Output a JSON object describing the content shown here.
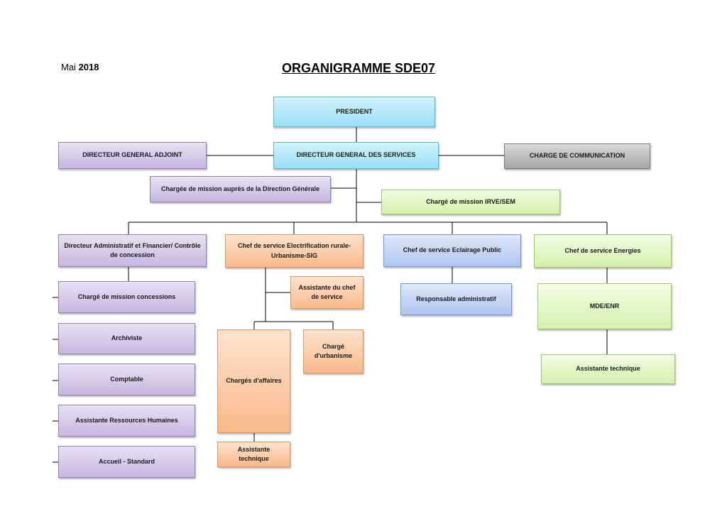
{
  "header": {
    "date_month": "Mai",
    "date_year": "2018",
    "title": "ORGANIGRAMME SDE07"
  },
  "nodes": {
    "president": "PRESIDENT",
    "dga": "DIRECTEUR GENERAL ADJOINT",
    "dgs": "DIRECTEUR GENERAL DES SERVICES",
    "communication": "CHARGE DE COMMUNICATION",
    "mission_dg": "Chargée de mission auprès de la Direction Générale",
    "mission_irve": "Chargé de mission IRVE/SEM",
    "daf": "Directeur Administratif et Financier/ Contrôle de concession",
    "electrification": "Chef de service Electrification rurale-Urbanisme-SIG",
    "eclairage": "Chef de service Eclairage Public",
    "energies": "Chef de service Energies",
    "mission_concessions": "Chargé de mission concessions",
    "archiviste": "Archiviste",
    "comptable": "Comptable",
    "assistante_rh": "Assistante Ressources Humaines",
    "accueil": "Accueil - Standard",
    "assistante_chef": "Assistante du chef de service",
    "charges_affaires": "Chargés d'affaires",
    "charge_urbanisme": "Chargé d'urbanisme",
    "assistante_tech_elec": "Assistante technique",
    "responsable_admin": "Responsable administratif",
    "mde_enr": "MDE/ENR",
    "assistante_tech_energies": "Assistante technique"
  },
  "colors": {
    "direction": "#98def6",
    "staff": "#c8b6e0",
    "communication": "#a6a6a6",
    "mission": "#d3f1ae",
    "electrification": "#fab98a",
    "eclairage": "#aec6ef",
    "energies": "#d3f1ae",
    "connector": "#000000"
  }
}
